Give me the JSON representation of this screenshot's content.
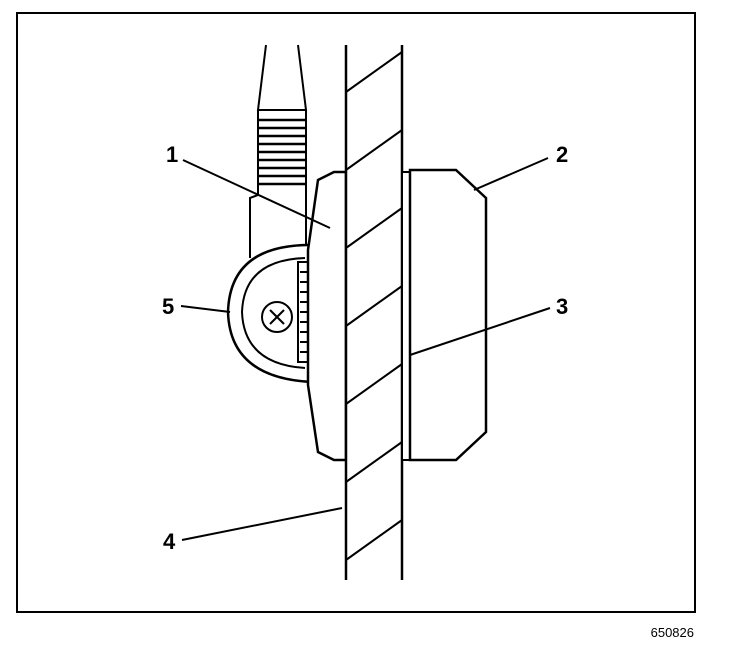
{
  "diagram": {
    "figure_id": "650826",
    "callouts": [
      {
        "id": "1",
        "label": "1"
      },
      {
        "id": "2",
        "label": "2"
      },
      {
        "id": "3",
        "label": "3"
      },
      {
        "id": "4",
        "label": "4"
      },
      {
        "id": "5",
        "label": "5"
      }
    ]
  },
  "colors": {
    "ink": "#000000",
    "paper": "#ffffff"
  }
}
